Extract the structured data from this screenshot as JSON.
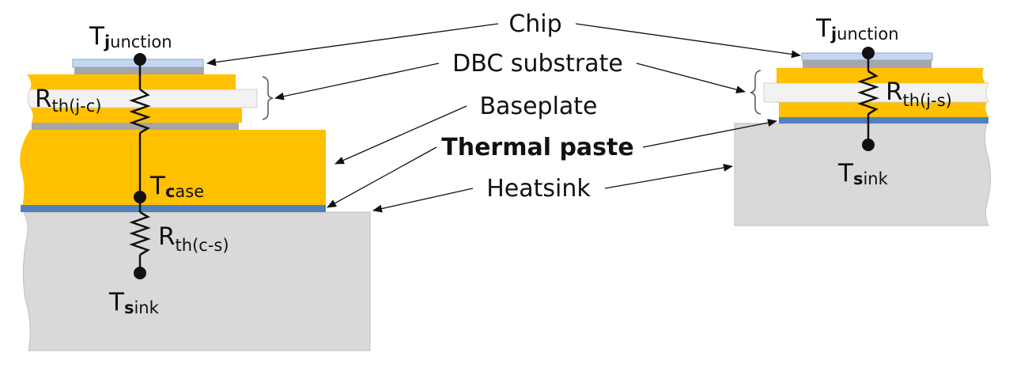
{
  "colors": {
    "chip": "#c5d7ef",
    "chip_border": "#8aa6d0",
    "solder": "#a6a6a6",
    "copper": "#ffc000",
    "ceramic": "#f2f2f2",
    "paste": "#4f81bd",
    "heatsink": "#d9d9d9",
    "label_accent": "#4f81bd"
  },
  "labels": {
    "chip": "Chip",
    "dbc": "DBC substrate",
    "baseplate": "Baseplate",
    "paste": "Thermal paste",
    "heatsink": "Heatsink"
  },
  "left": {
    "tj": {
      "base": "T",
      "bold": "j",
      "rest": "unction"
    },
    "rth": {
      "base": "R",
      "sub": "th(j-c)"
    },
    "tcase": {
      "base": "T",
      "bold": "c",
      "rest": "ase"
    },
    "rcs": {
      "base": "R",
      "sub": "th(c-s)"
    },
    "tsink": {
      "base": "T",
      "bold": "s",
      "rest": "ink"
    }
  },
  "right": {
    "tj": {
      "base": "T",
      "bold": "j",
      "rest": "unction"
    },
    "rth": {
      "base": "R",
      "sub": "th(j-s)"
    },
    "tsink": {
      "base": "T",
      "bold": "s",
      "rest": "ink"
    }
  }
}
